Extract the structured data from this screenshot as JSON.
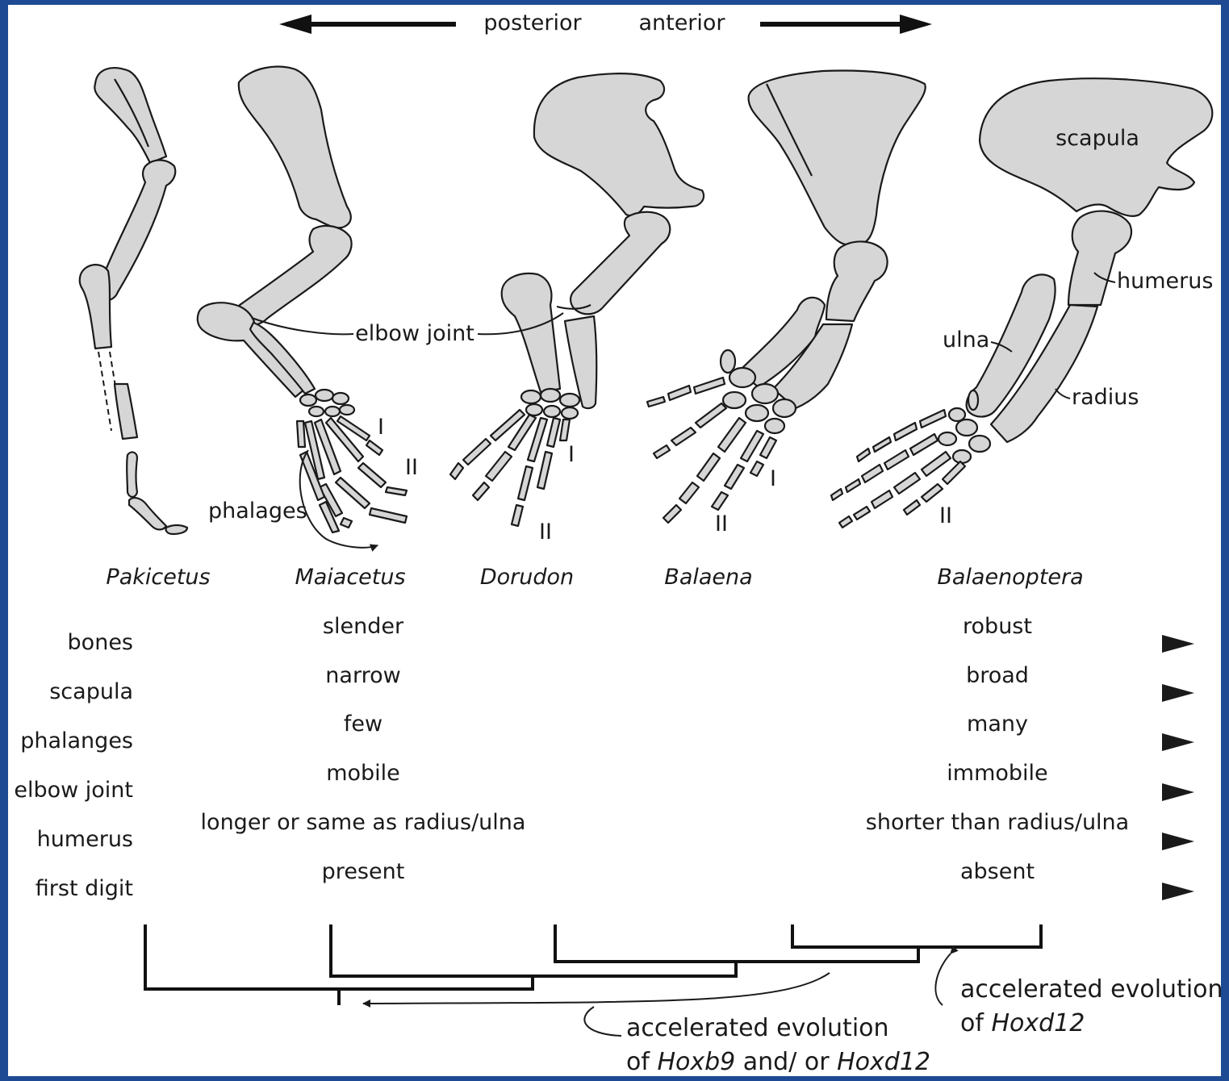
{
  "direction": {
    "posterior": "posterior",
    "anterior": "anterior"
  },
  "labels": {
    "elbow_joint": "elbow joint",
    "phalages": "phalages",
    "scapula": "scapula",
    "humerus": "humerus",
    "ulna": "ulna",
    "radius": "radius",
    "digit_I": "I",
    "digit_II": "II"
  },
  "taxa": [
    "Pakicetus",
    "Maiacetus",
    "Dorudon",
    "Balaena",
    "Balaenoptera"
  ],
  "traits": [
    {
      "name": "bones",
      "from": "slender",
      "to": "robust"
    },
    {
      "name": "scapula",
      "from": "narrow",
      "to": "broad"
    },
    {
      "name": "phalanges",
      "from": "few",
      "to": "many"
    },
    {
      "name": "elbow joint",
      "from": "mobile",
      "to": "immobile"
    },
    {
      "name": "humerus",
      "from": "longer or same as radius/ulna",
      "to": "shorter than radius/ulna"
    },
    {
      "name": "first digit",
      "from": "present",
      "to": "absent"
    }
  ],
  "annotations": {
    "hoxb9": {
      "line1": "accelerated evolution",
      "line2_prefix": "of ",
      "gene1": "Hoxb9",
      "mid": " and/ or ",
      "gene2": "Hoxd12"
    },
    "hoxd12": {
      "line1": "accelerated evolution",
      "line2_prefix": "of ",
      "gene": "Hoxd12"
    }
  },
  "colors": {
    "frame": "#1d4a93",
    "bone_fill": "#d6d6d6",
    "ink": "#1a1a1a"
  }
}
